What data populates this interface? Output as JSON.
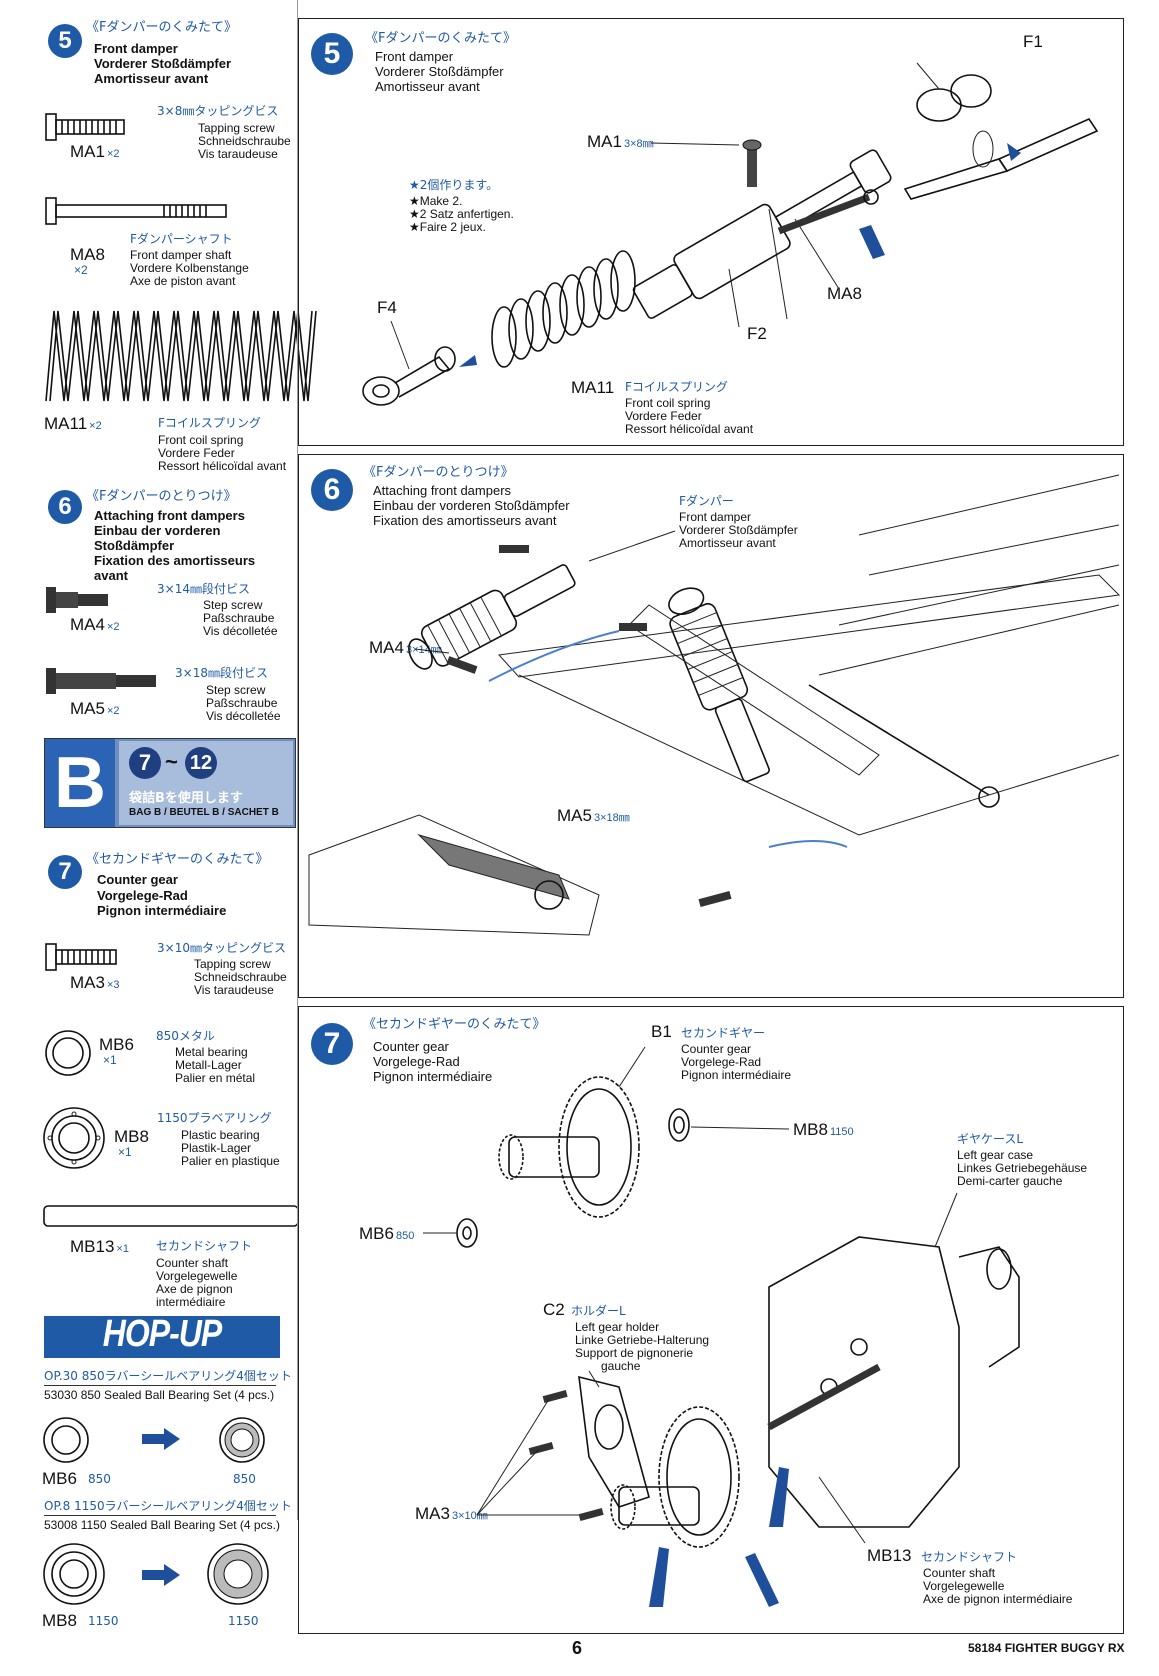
{
  "left": {
    "step5": {
      "num": "5",
      "jp": "《Fダンパーのくみたて》",
      "en": "Front damper",
      "de": "Vorderer Stoßdämpfer",
      "fr": "Amortisseur avant",
      "parts": [
        {
          "code": "MA1",
          "qty": "×2",
          "jp": "3×8㎜タッピングビス",
          "en": "Tapping screw",
          "de": "Schneidschraube",
          "fr": "Vis taraudeuse"
        },
        {
          "code": "MA8",
          "qty": "×2",
          "jp": "Fダンパーシャフト",
          "en": "Front damper shaft",
          "de": "Vordere Kolbenstange",
          "fr": "Axe de piston avant"
        },
        {
          "code": "MA11",
          "qty": "×2",
          "jp": "Fコイルスプリング",
          "en": "Front coil spring",
          "de": "Vordere Feder",
          "fr": "Ressort hélicoïdal avant"
        }
      ]
    },
    "step6": {
      "num": "6",
      "jp": "《Fダンパーのとりつけ》",
      "en1": "Attaching front dampers",
      "en2": "Einbau der vorderen",
      "en3": "Stoßdämpfer",
      "en4": "Fixation des amortisseurs",
      "en5": "avant",
      "parts": [
        {
          "code": "MA4",
          "qty": "×2",
          "jp": "3×14㎜段付ビス",
          "en": "Step screw",
          "de": "Paßschraube",
          "fr": "Vis décolletée"
        },
        {
          "code": "MA5",
          "qty": "×2",
          "jp": "3×18㎜段付ビス",
          "en": "Step screw",
          "de": "Paßschraube",
          "fr": "Vis décolletée"
        }
      ]
    },
    "bag": {
      "letter": "B",
      "from": "7",
      "tilde": "~",
      "to": "12",
      "jp": "袋詰Bを使用します",
      "en": "BAG B / BEUTEL B / SACHET B"
    },
    "step7": {
      "num": "7",
      "jp": "《セカンドギヤーのくみたて》",
      "en": "Counter gear",
      "de": "Vorgelege-Rad",
      "fr": "Pignon intermédiaire",
      "parts": [
        {
          "code": "MA3",
          "qty": "×3",
          "jp": "3×10㎜タッピングビス",
          "en": "Tapping screw",
          "de": "Schneidschraube",
          "fr": "Vis taraudeuse"
        },
        {
          "code": "MB6",
          "qty": "×1",
          "jp": "850メタル",
          "en": "Metal bearing",
          "de": "Metall-Lager",
          "fr": "Palier en métal"
        },
        {
          "code": "MB8",
          "qty": "×1",
          "jp": "1150プラベアリング",
          "en": "Plastic bearing",
          "de": "Plastik-Lager",
          "fr": "Palier en plastique"
        },
        {
          "code": "MB13",
          "qty": "×1",
          "jp": "セカンドシャフト",
          "en": "Counter shaft",
          "de": "Vorgelegewelle",
          "fr1": "Axe de pignon",
          "fr2": "intermédiaire"
        }
      ]
    },
    "hopup": {
      "title": "HOP-UP OPTIONS",
      "op1": {
        "jp": "OP.30  850ラバーシールベアリング4個セット",
        "en": "53030 850 Sealed Ball Bearing Set (4 pcs.)",
        "from": "MB6",
        "from_size": "850",
        "to_size": "850"
      },
      "op2": {
        "jp": "OP.8  1150ラバーシールベアリング4個セット",
        "en": "53008 1150 Sealed Ball Bearing Set (4 pcs.)",
        "from": "MB8",
        "from_size": "1150",
        "to_size": "1150"
      }
    }
  },
  "panel5": {
    "num": "5",
    "jp": "《Fダンパーのくみたて》",
    "en": "Front damper",
    "de": "Vorderer Stoßdämpfer",
    "fr": "Amortisseur avant",
    "note_jp": "★2個作ります。",
    "note_en": "★Make 2.",
    "note_de": "★2 Satz anfertigen.",
    "note_fr": "★Faire 2 jeux.",
    "labels": {
      "F1": "F1",
      "F2": "F2",
      "F4": "F4",
      "MA1": "MA1",
      "MA1_size": "3×8㎜",
      "MA8": "MA8",
      "MA11": "MA11"
    },
    "spring": {
      "jp": "Fコイルスプリング",
      "en": "Front coil spring",
      "de": "Vordere Feder",
      "fr": "Ressort hélicoïdal avant"
    }
  },
  "panel6": {
    "num": "6",
    "jp": "《Fダンパーのとりつけ》",
    "en": "Attaching front dampers",
    "de": "Einbau der vorderen Stoßdämpfer",
    "fr": "Fixation des amortisseurs avant",
    "damper": {
      "jp": "Fダンパー",
      "en": "Front damper",
      "de": "Vorderer Stoßdämpfer",
      "fr": "Amortisseur avant"
    },
    "MA4": "MA4",
    "MA4_size": "3×14㎜",
    "MA5": "MA5",
    "MA5_size": "3×18㎜"
  },
  "panel7": {
    "num": "7",
    "jp": "《セカンドギヤーのくみたて》",
    "en": "Counter gear",
    "de": "Vorgelege-Rad",
    "fr": "Pignon intermédiaire",
    "B1": {
      "code": "B1",
      "jp": "セカンドギヤー",
      "en": "Counter gear",
      "de": "Vorgelege-Rad",
      "fr": "Pignon intermédiaire"
    },
    "MB8": {
      "code": "MB8",
      "size": "1150"
    },
    "MB6": {
      "code": "MB6",
      "size": "850"
    },
    "case": {
      "jp": "ギヤケースL",
      "en": "Left gear case",
      "de": "Linkes Getriebegehäuse",
      "fr": "Demi-carter gauche"
    },
    "C2": {
      "code": "C2",
      "jp": "ホルダーL",
      "en": "Left gear holder",
      "de": "Linke Getriebe-Halterung",
      "fr1": "Support de pignonerie",
      "fr2": "gauche"
    },
    "MA3": {
      "code": "MA3",
      "size": "3×10㎜"
    },
    "MB13": {
      "code": "MB13",
      "jp": "セカンドシャフト",
      "en": "Counter shaft",
      "de": "Vorgelegewelle",
      "fr": "Axe de pignon intermédiaire"
    }
  },
  "footer": {
    "page": "6",
    "product": "58184 FIGHTER BUGGY RX"
  }
}
